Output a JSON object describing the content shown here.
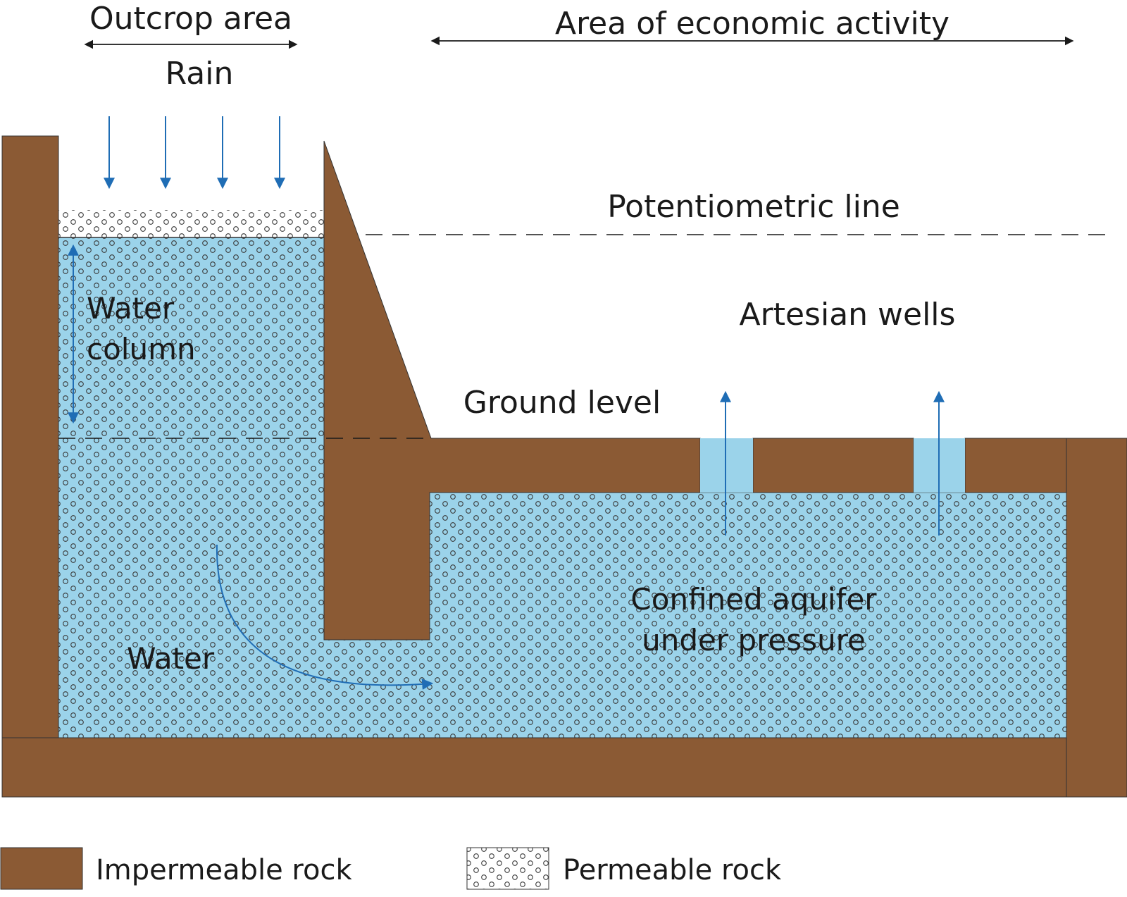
{
  "labels": {
    "outcrop_area": "Outcrop area",
    "rain": "Rain",
    "economic_activity": "Area of economic activity",
    "potentiometric_line": "Potentiometric line",
    "artesian_wells": "Artesian wells",
    "ground_level": "Ground level",
    "water_column_line1": "Water",
    "water_column_line2": "column",
    "water": "Water",
    "confined_aquifer_line1": "Confined aquifer",
    "confined_aquifer_line2": "under pressure"
  },
  "legend": {
    "impermeable": "Impermeable rock",
    "permeable": "Permeable rock"
  },
  "colors": {
    "rock": "#8B5A34",
    "water": "#9BD3EA",
    "arrow": "#1F6DB5",
    "ink": "#1a1a1a"
  }
}
